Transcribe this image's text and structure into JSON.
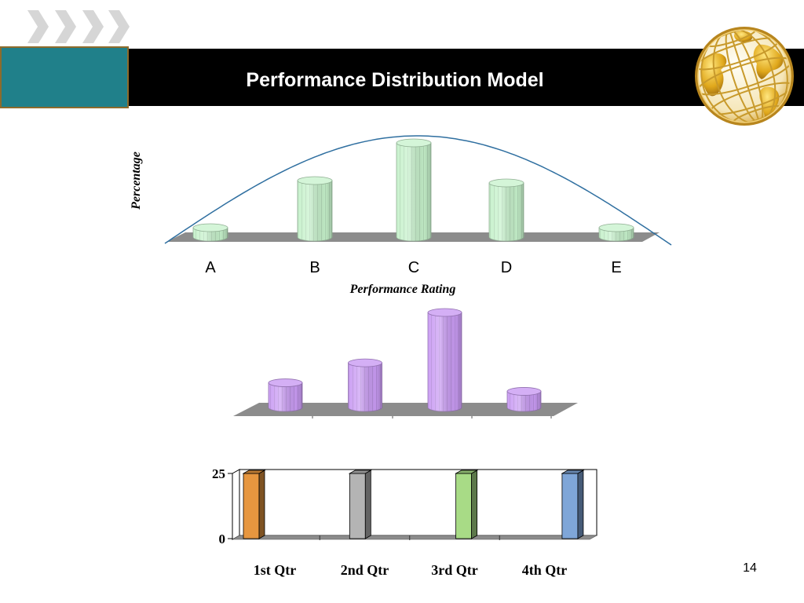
{
  "slide": {
    "title": "Performance Distribution Model",
    "page_number": "14"
  },
  "icons": {
    "header_arrows": "chevron-right-icon",
    "logo": "globe-icon"
  },
  "colors": {
    "banner": "#000000",
    "accent_box": "#20808a",
    "accent_box_border": "#8d6b2c",
    "title_text": "#ffffff",
    "header_arrows": "#d6d6d6",
    "globe": "#c89a2c",
    "chart_floor": "#8c8c8c"
  },
  "chart_data": [
    {
      "type": "bar",
      "categories": [
        "A",
        "B",
        "C",
        "D",
        "E"
      ],
      "values": [
        4,
        24,
        40,
        23,
        4
      ],
      "xlabel": "Performance Rating",
      "ylabel": "Percentage",
      "bar_color": "#c6f1cb",
      "curve_color": "#2f6fa0",
      "grid": false,
      "legend": false
    },
    {
      "type": "bar",
      "values": [
        26,
        47,
        100,
        17
      ],
      "bar_color": "#c99bf3",
      "grid": false,
      "legend": false
    },
    {
      "type": "bar",
      "categories": [
        "1st Qtr",
        "2nd Qtr",
        "3rd Qtr",
        "4th Qtr"
      ],
      "values": [
        25,
        25,
        25,
        25
      ],
      "ylim": [
        0,
        25
      ],
      "yticks": [
        0,
        25
      ],
      "bar_colors": [
        "#e6963f",
        "#b4b4b4",
        "#a8db86",
        "#7fa6d8"
      ],
      "grid": false,
      "legend": false
    }
  ]
}
